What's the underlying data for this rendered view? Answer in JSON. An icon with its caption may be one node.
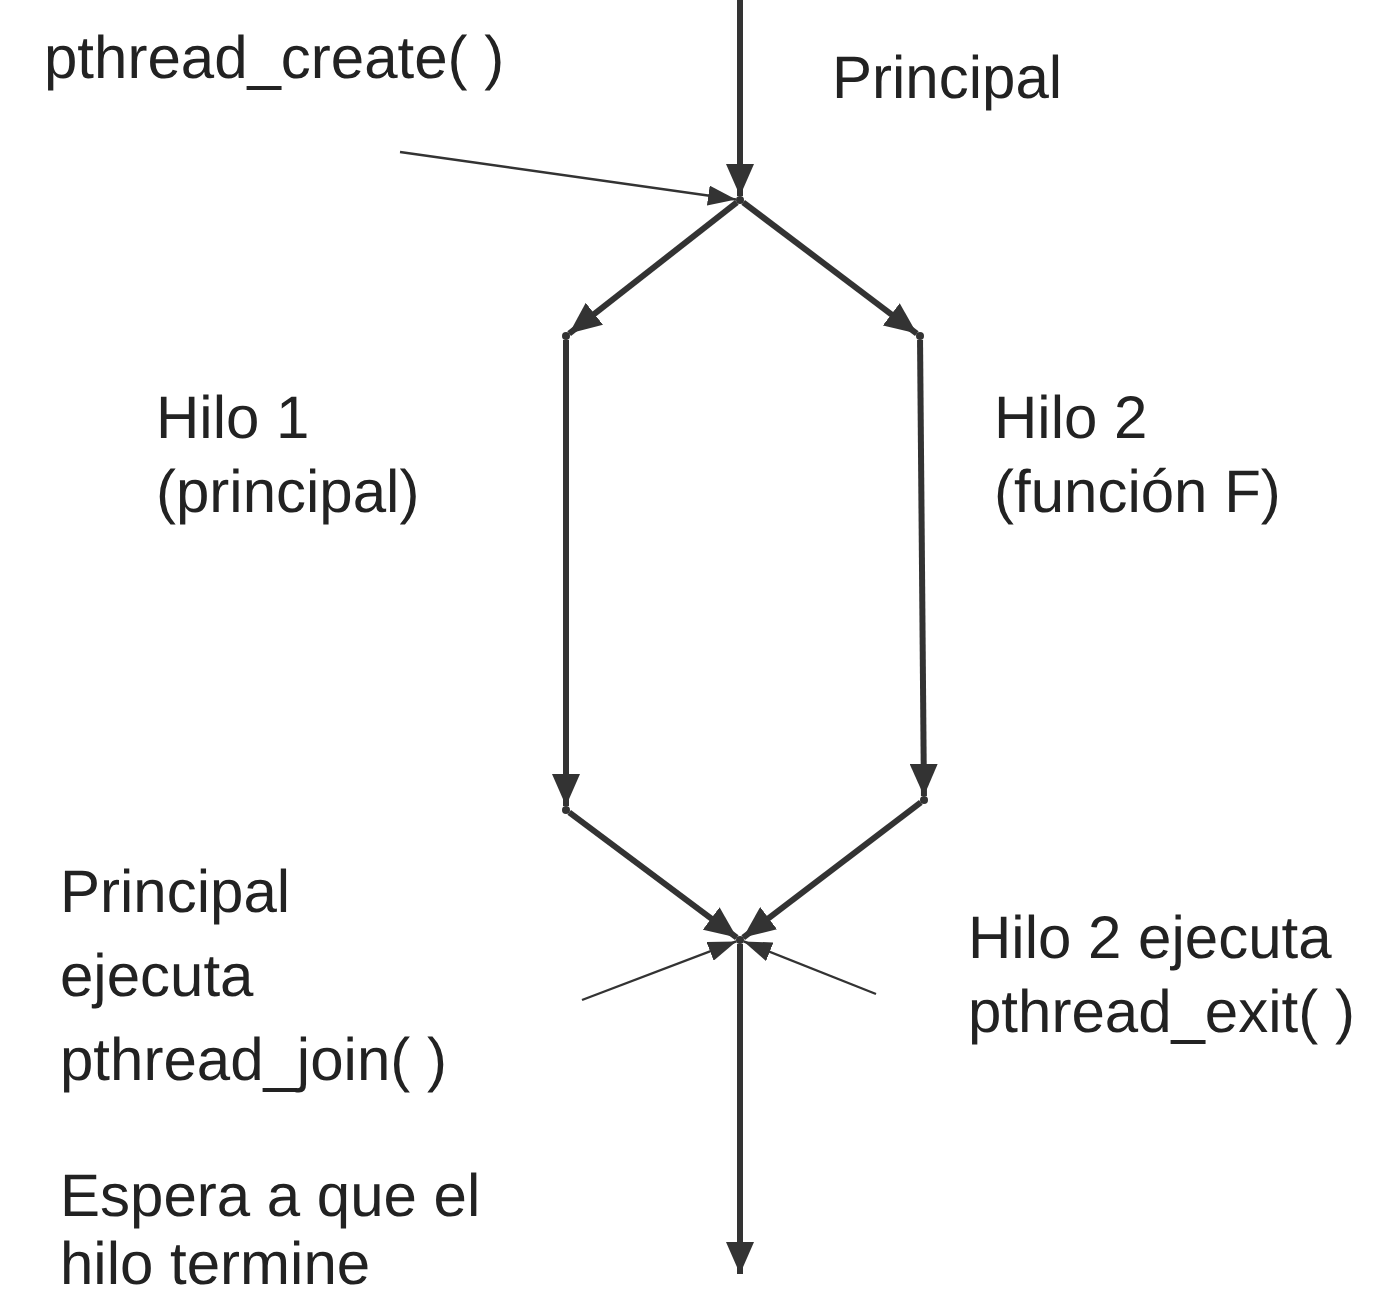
{
  "diagram": {
    "nodes": [
      {
        "text": [
          "pthread_create( )"
        ]
      },
      {
        "text": [],
        "shape": "point"
      },
      {
        "text": [],
        "shape": "point"
      },
      {
        "text": [],
        "shape": "point"
      },
      {
        "text": [],
        "shape": "point"
      },
      {
        "text": [],
        "shape": "point"
      },
      {
        "text": [],
        "shape": "point"
      },
      {
        "text": [
          "Principal ejecuta pthread_join( )"
        ]
      },
      {
        "text": [
          "Hilo 2 ejecuta pthread_exit( )"
        ]
      }
    ],
    "edges": [
      {
        "from": null,
        "to": 1,
        "arrow": "to"
      },
      {
        "from": 1,
        "to": 2,
        "arrow": "to"
      },
      {
        "from": 1,
        "to": 3,
        "arrow": "to"
      },
      {
        "from": 2,
        "to": 4,
        "arrow": "to"
      },
      {
        "from": 3,
        "to": 5,
        "arrow": "to"
      },
      {
        "from": 4,
        "to": 6,
        "arrow": "to"
      },
      {
        "from": 5,
        "to": 6,
        "arrow": "to"
      },
      {
        "from": 6,
        "to": null,
        "arrow": "to"
      },
      {
        "from": 0,
        "to": 1,
        "arrow": "to"
      },
      {
        "from": 7,
        "to": 6,
        "arrow": "to"
      },
      {
        "from": 8,
        "to": 6,
        "arrow": "to"
      }
    ],
    "labels": [
      "Principal",
      "Hilo 1 (principal)",
      "Hilo 2 (función F)",
      "Espera a que el hilo termine"
    ]
  }
}
